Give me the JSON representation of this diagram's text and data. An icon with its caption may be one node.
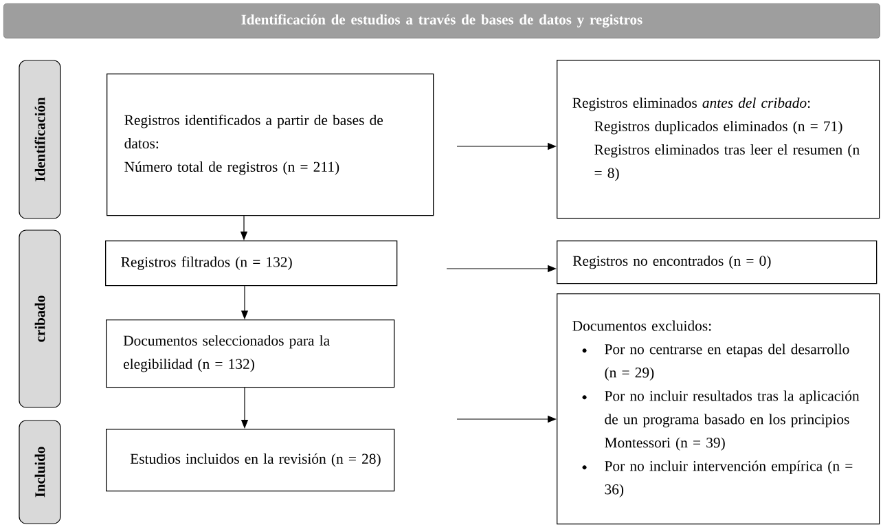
{
  "diagram": {
    "nodes": [
      {
        "text": [
          "Identificación de estudios a través de bases de datos y registros"
        ]
      },
      {
        "text": [
          "Identificación"
        ]
      },
      {
        "text": [
          "cribado"
        ]
      },
      {
        "text": [
          "Incluido"
        ]
      },
      {
        "text": [
          "Registros identificados a partir de bases de datos:",
          "Número total de registros (n = 211)"
        ]
      },
      {
        "text": [
          "Registros eliminados *antes del cribado*:",
          "Registros duplicados eliminados (n = 71)",
          "Registros eliminados tras leer el resumen (n = 8)"
        ]
      },
      {
        "text": [
          "Registros filtrados (n = 132)"
        ]
      },
      {
        "text": [
          "Registros no encontrados (n = 0)"
        ]
      },
      {
        "text": [
          "Documentos seleccionados para la elegibilidad (n = 132)"
        ]
      },
      {
        "text": [
          "Documentos excluidos:",
          "Por no centrarse en etapas del desarrollo (n = 29)",
          "Por no incluir resultados tras la aplicación de un programa basado en los principios Montessori (n = 39)",
          "Por no incluir intervención empírica (n = 36)"
        ]
      },
      {
        "text": [
          "Estudios incluidos en la revisión (n = 28)"
        ]
      }
    ],
    "edges": [
      {
        "from": 4,
        "to": 6,
        "arrow": "to"
      },
      {
        "from": 6,
        "to": 8,
        "arrow": "to"
      },
      {
        "from": 8,
        "to": 10,
        "arrow": "to"
      },
      {
        "from": null,
        "to": 5,
        "arrow": "to"
      },
      {
        "from": null,
        "to": 7,
        "arrow": "to"
      },
      {
        "from": null,
        "to": 9,
        "arrow": "to"
      }
    ]
  }
}
